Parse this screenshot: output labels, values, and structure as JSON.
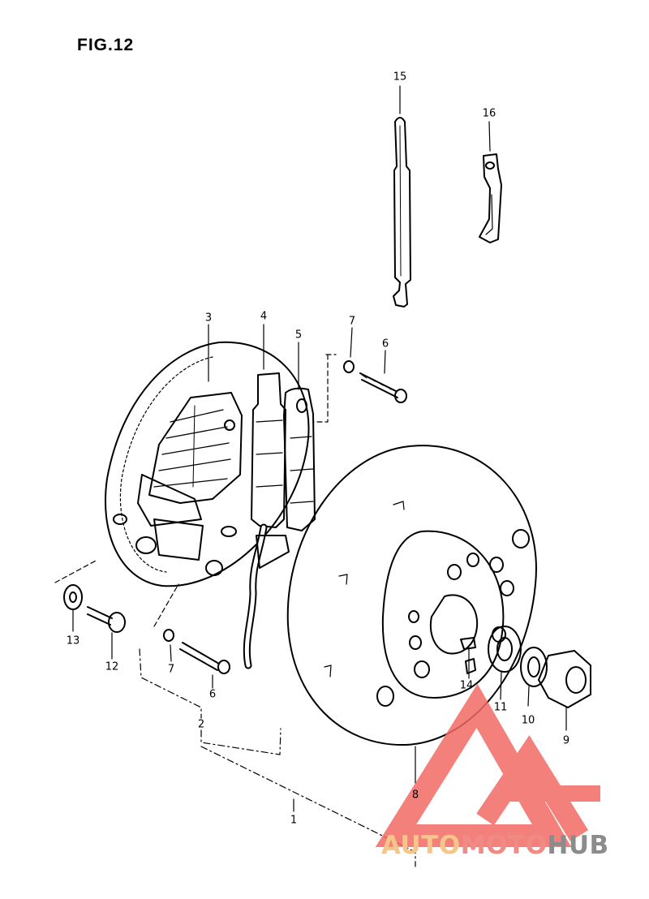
{
  "figure": {
    "title": "FIG.12"
  },
  "callouts": [
    {
      "id": "c15",
      "text": "15"
    },
    {
      "id": "c16",
      "text": "16"
    },
    {
      "id": "c3",
      "text": "3"
    },
    {
      "id": "c4",
      "text": "4"
    },
    {
      "id": "c5",
      "text": "5"
    },
    {
      "id": "c7a",
      "text": "7"
    },
    {
      "id": "c6a",
      "text": "6"
    },
    {
      "id": "c13",
      "text": "13"
    },
    {
      "id": "c12",
      "text": "12"
    },
    {
      "id": "c7b",
      "text": "7"
    },
    {
      "id": "c6b",
      "text": "6"
    },
    {
      "id": "c2",
      "text": "2"
    },
    {
      "id": "c1",
      "text": "1"
    },
    {
      "id": "c8",
      "text": "8"
    },
    {
      "id": "c14",
      "text": "14"
    },
    {
      "id": "c11",
      "text": "11"
    },
    {
      "id": "c10",
      "text": "10"
    },
    {
      "id": "c9",
      "text": "9"
    }
  ],
  "watermark": {
    "part1": "AUTO",
    "part2": "MOTO",
    "part3": "HUB",
    "color_auto": "#f5c58a",
    "color_moto": "#f08a84",
    "color_hub": "#8c8c8c",
    "color_logo": "#f26a64"
  }
}
